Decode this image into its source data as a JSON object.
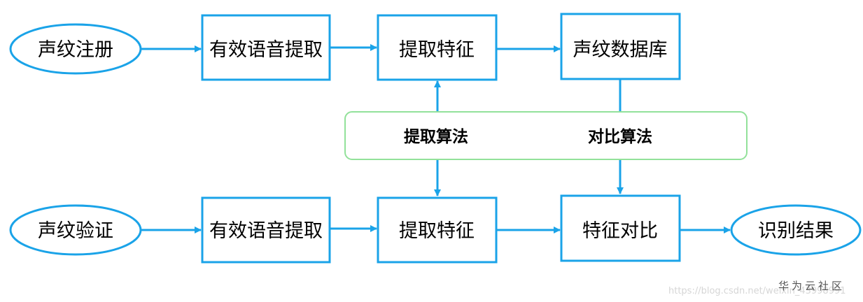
{
  "enroll": {
    "start": "声纹注册",
    "extract_speech": "有效语音提取",
    "extract_feature": "提取特征",
    "database": "声纹数据库"
  },
  "verify": {
    "start": "声纹验证",
    "extract_speech": "有效语音提取",
    "extract_feature": "提取特征",
    "compare": "特征对比",
    "result": "识别结果"
  },
  "algorithms": {
    "extract": "提取算法",
    "compare": "对比算法"
  },
  "watermark": {
    "brand": "华为云社区",
    "url": "https://blog.csdn.net/weixin_43998991"
  },
  "colors": {
    "node_border": "#1aa3e8",
    "arrow": "#1aa3e8",
    "algo_border": "#92e19a"
  }
}
